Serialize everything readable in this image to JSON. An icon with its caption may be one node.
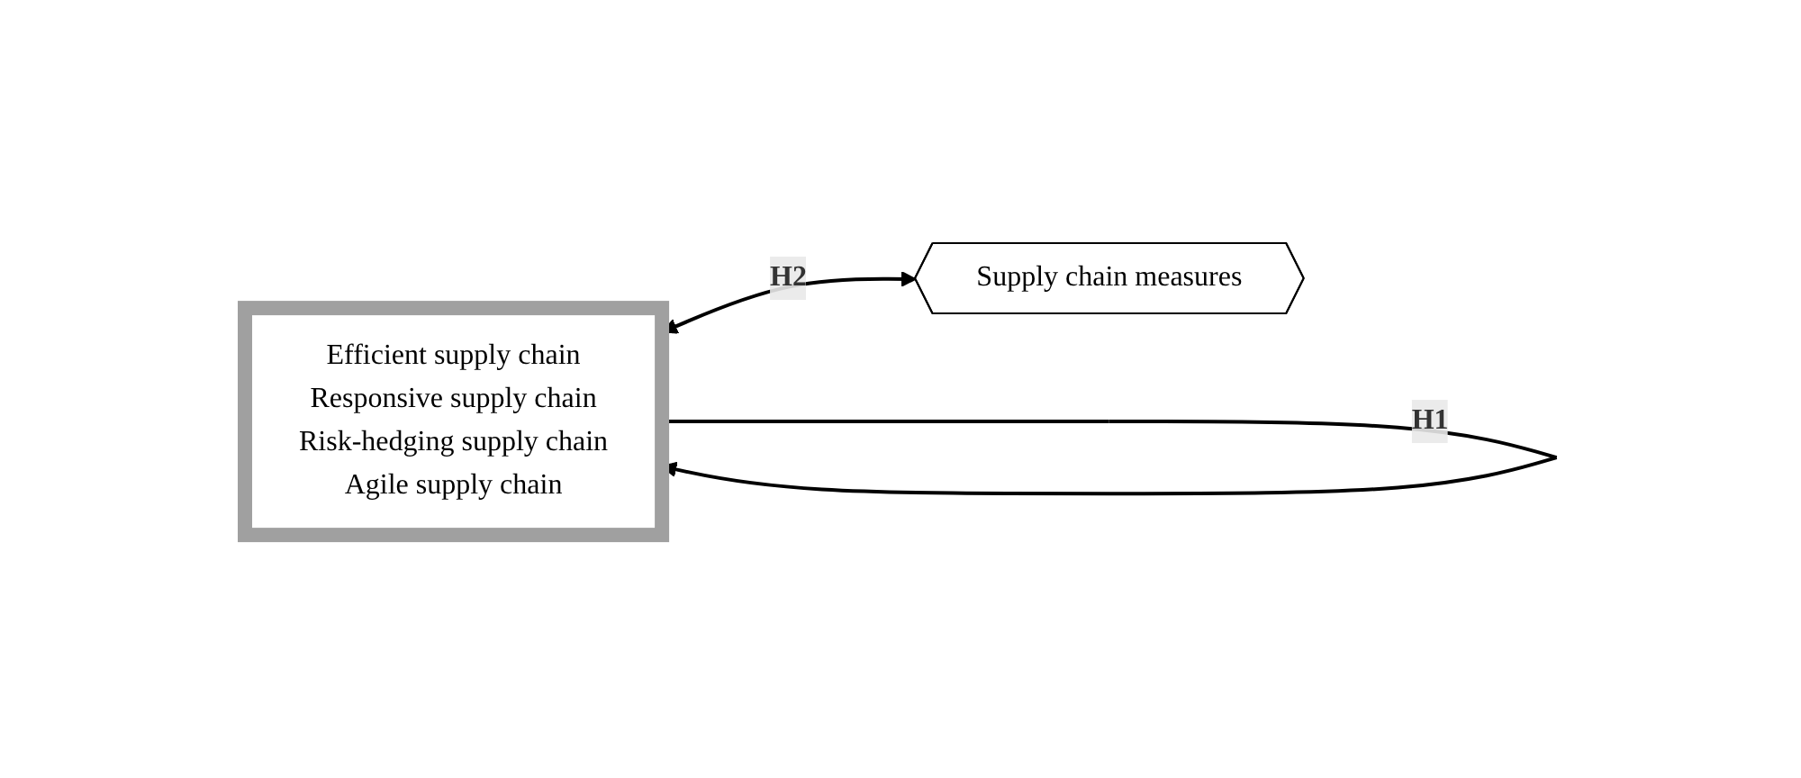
{
  "diagram": {
    "nodes": [
      {
        "text": [
          "Efficient supply chain",
          "Responsive supply chain",
          "Risk-hedging supply chain",
          "Agile supply chain"
        ]
      },
      {
        "text": [
          "Supply chain measures"
        ]
      }
    ],
    "edges": [
      {
        "from": 0,
        "to": 1,
        "arrow": "both",
        "label": "H2"
      },
      {
        "from": 0,
        "to": 0,
        "arrow": "to",
        "label": "H1"
      }
    ]
  }
}
